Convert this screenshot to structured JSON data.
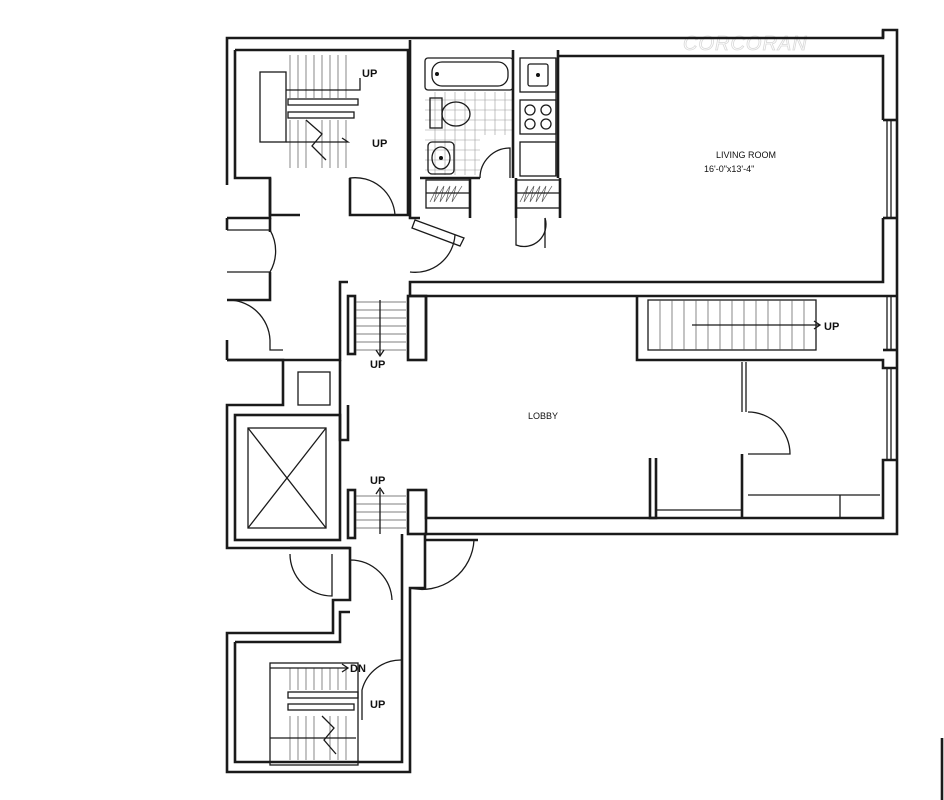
{
  "watermark": "CORCORAN",
  "rooms": {
    "living_room": {
      "name": "LIVING ROOM",
      "dimensions": "16'-0\"x13'-4\""
    },
    "lobby": {
      "name": "LOBBY"
    }
  },
  "stair_labels": {
    "top_stair_upper": "UP",
    "top_stair_lower": "UP",
    "center_stair_upper": "UP",
    "center_stair_lower": "UP",
    "right_stair": "UP",
    "bottom_stair_dn": "DN",
    "bottom_stair_up": "UP"
  }
}
